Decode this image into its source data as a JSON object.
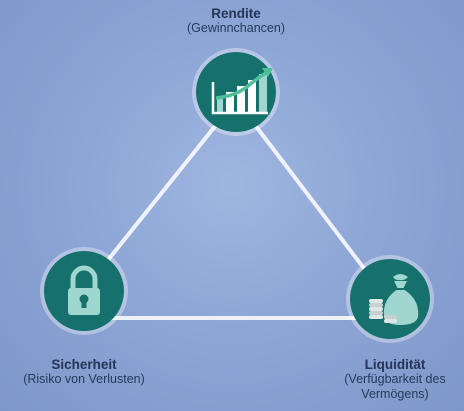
{
  "nodes": {
    "top": {
      "title": "Rendite",
      "subtitle": "(Gewinnchancen)",
      "icon": "growth-chart-icon"
    },
    "left": {
      "title": "Sicherheit",
      "subtitle": "(Risiko von Verlusten)",
      "icon": "padlock-icon"
    },
    "right": {
      "title": "Liquidität",
      "subtitle_line1": "(Verfügbarkeit des",
      "subtitle_line2": "Vermögens)",
      "icon": "money-bag-coins-icon"
    }
  },
  "colors": {
    "background": "#8ea6d6",
    "node_fill": "#16716c",
    "icon_light": "#9fd6cf",
    "connector": "#ffffff",
    "arrow": "#4fbf9a"
  }
}
